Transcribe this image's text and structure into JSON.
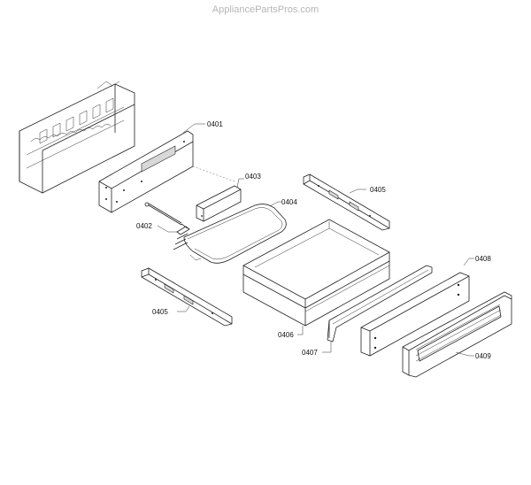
{
  "watermark": "AppliancePartsPros.com",
  "callouts": {
    "c0401": "0401",
    "c0402": "0402",
    "c0403": "0403",
    "c0404": "0404",
    "c0405_top": "0405",
    "c0405_left": "0405",
    "c0406": "0406",
    "c0407": "0407",
    "c0408": "0408",
    "c0409": "0409"
  }
}
